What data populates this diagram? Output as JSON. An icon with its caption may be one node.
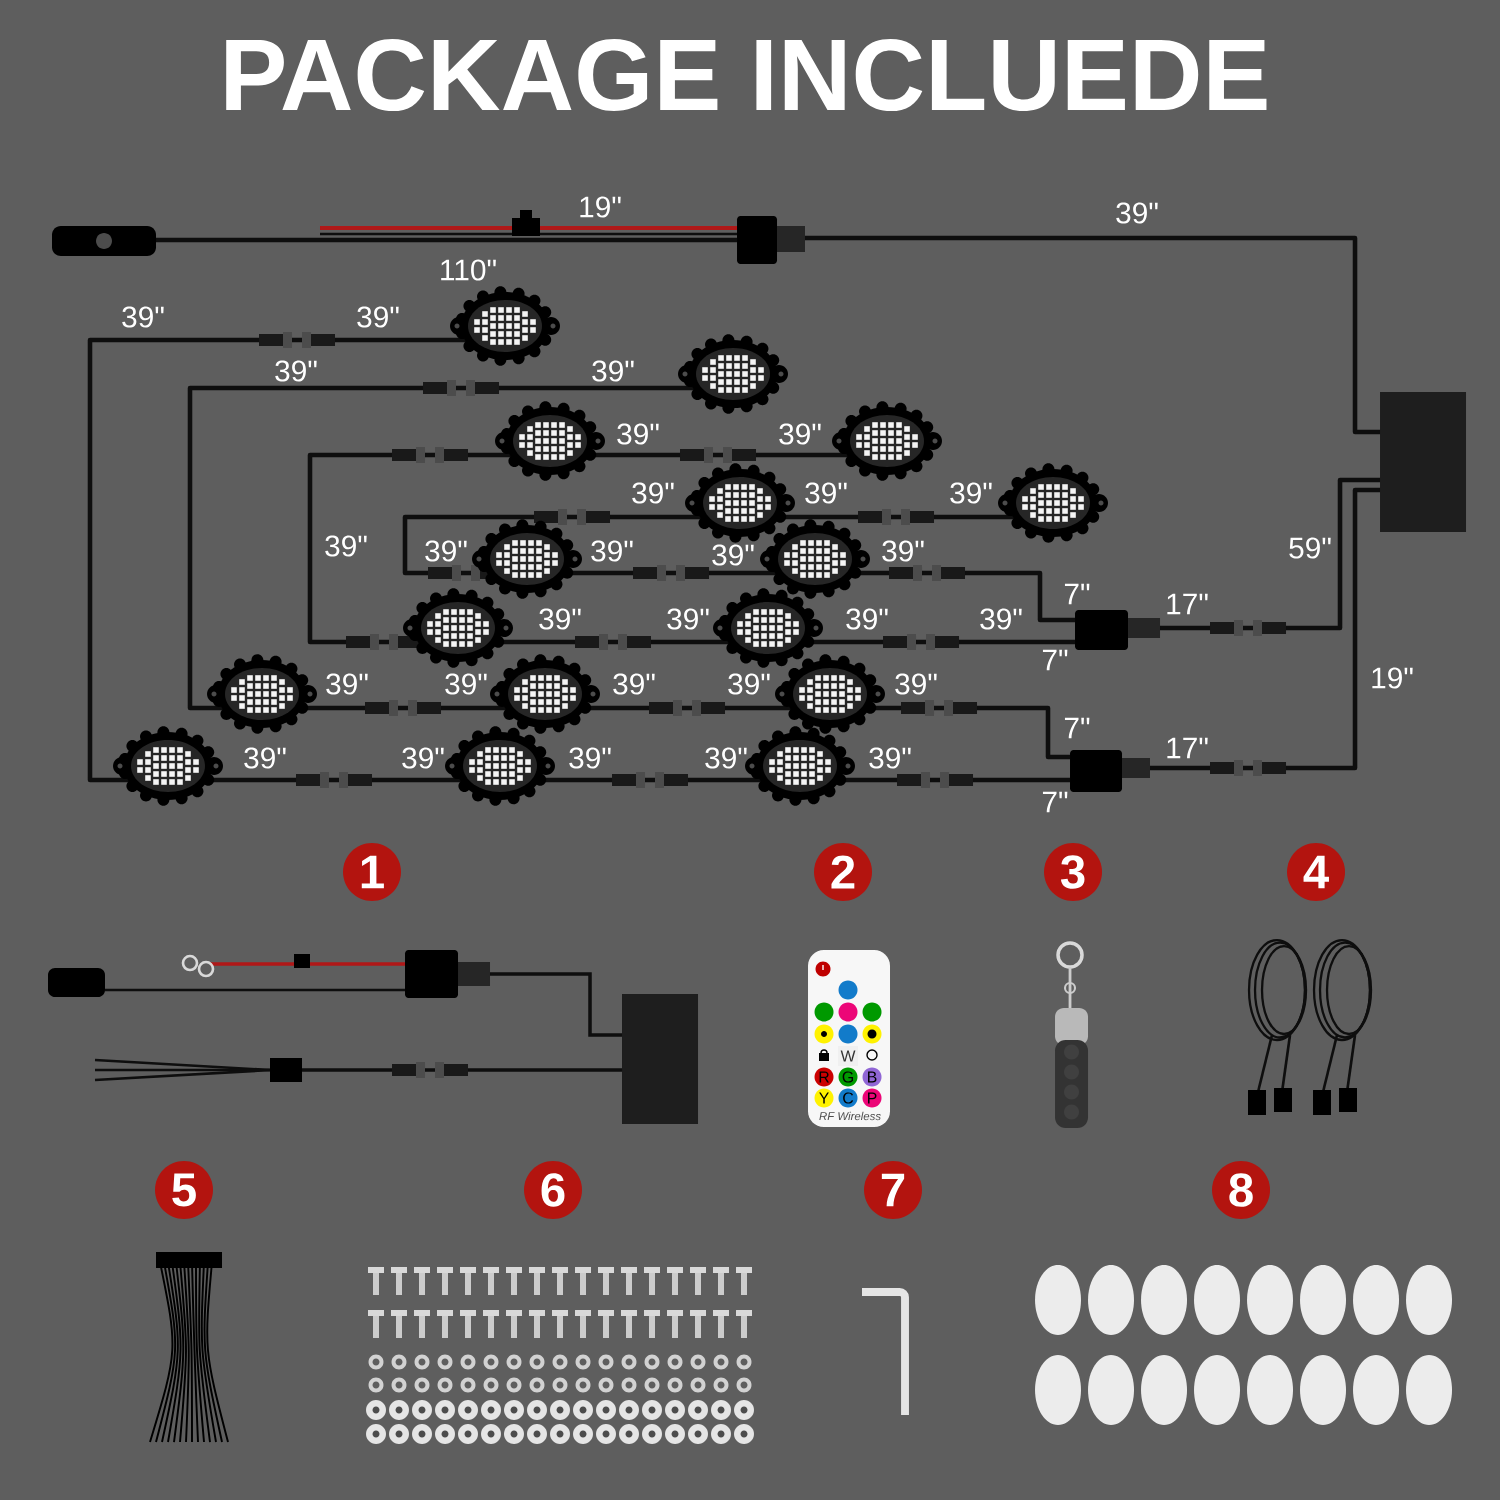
{
  "diagram": {
    "title": "PACKAGE INCLUEDE",
    "nodes": [
      {
        "text": [
          "1"
        ]
      },
      {
        "text": [
          "2"
        ]
      },
      {
        "text": [
          "3"
        ]
      },
      {
        "text": [
          "4"
        ]
      },
      {
        "text": [
          "5"
        ]
      },
      {
        "text": [
          "6"
        ]
      },
      {
        "text": [
          "7"
        ]
      },
      {
        "text": [
          "8"
        ]
      }
    ],
    "labels": [
      "19\"",
      "39\"",
      "110\"",
      "39\"",
      "39\"",
      "39\"",
      "39\"",
      "39\"",
      "39\"",
      "39\"",
      "39\"",
      "39\"",
      "39\"",
      "39\"",
      "39\"",
      "39\"",
      "39\"",
      "59\"",
      "7\"",
      "17\"",
      "39\"",
      "39\"",
      "39\"",
      "39\"",
      "7\"",
      "39\"",
      "39\"",
      "39\"",
      "39\"",
      "39\"",
      "19\"",
      "7\"",
      "17\"",
      "39\"",
      "39\"",
      "39\"",
      "39\"",
      "39\"",
      "7\"",
      "W",
      "R",
      "G",
      "B",
      "Y",
      "C",
      "P",
      "RF Wireless"
    ]
  }
}
